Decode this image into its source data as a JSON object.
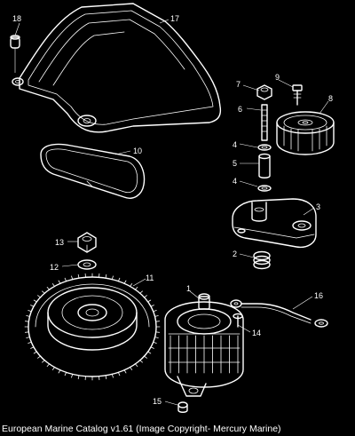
{
  "callouts": {
    "c1": "1",
    "c2": "2",
    "c3": "3",
    "c4a": "4",
    "c4b": "4",
    "c5": "5",
    "c6": "6",
    "c7": "7",
    "c8": "8",
    "c9": "9",
    "c10": "10",
    "c11": "11",
    "c12": "12",
    "c13": "13",
    "c14": "14",
    "c15": "15",
    "c16": "16",
    "c17": "17",
    "c18": "18"
  },
  "caption": "European Marine Catalog v1.61 (Image Copyright- Mercury Marine)",
  "colors": {
    "background": "#000000",
    "lines": "#ffffff"
  }
}
